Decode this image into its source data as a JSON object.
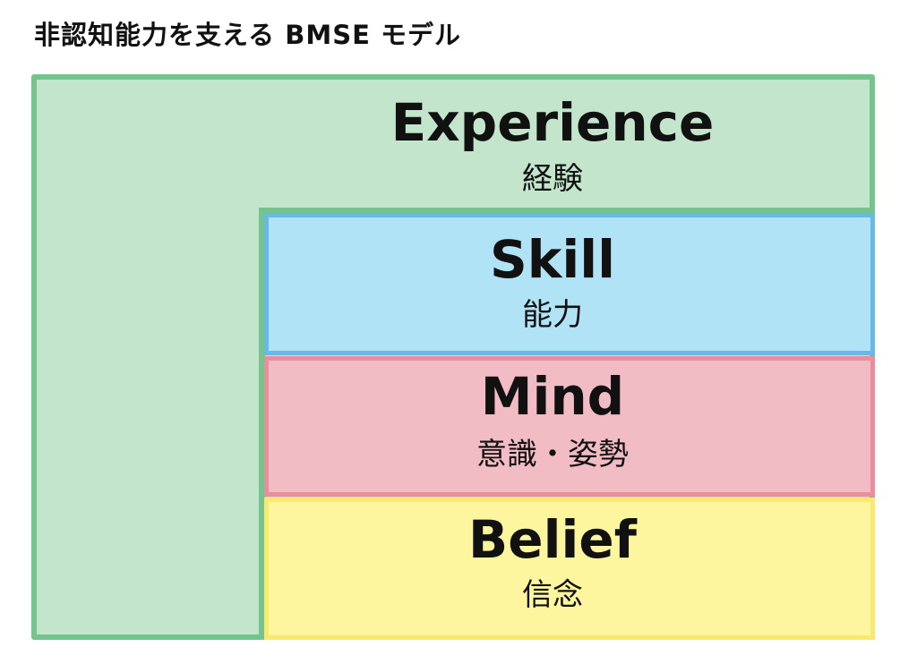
{
  "title": "非認知能力を支える BMSE モデル",
  "layers": {
    "experience": {
      "en": "Experience",
      "ja": "経験",
      "fill": "#c2e5cc",
      "border": "#75c48d"
    },
    "skill": {
      "en": "Skill",
      "ja": "能力",
      "fill": "#b0e3f5",
      "border": "#68b9e6"
    },
    "mind": {
      "en": "Mind",
      "ja": "意識・姿勢",
      "fill": "#f2bcc5",
      "border": "#e88e9c"
    },
    "belief": {
      "en": "Belief",
      "ja": "信念",
      "fill": "#fdf69e",
      "border": "#f9ea6f"
    }
  }
}
